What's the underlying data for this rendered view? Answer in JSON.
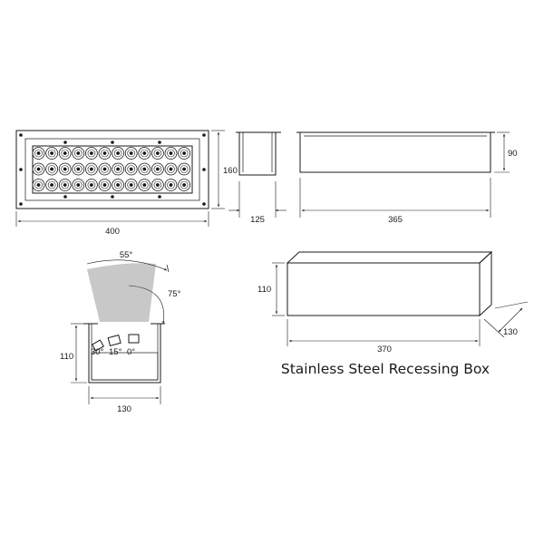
{
  "caption": "Stainless Steel Recessing Box",
  "front_view": {
    "width_label": "400",
    "height_label": "160",
    "led_rows": 3,
    "led_cols": 12
  },
  "side_view": {
    "width_label": "125"
  },
  "top_view": {
    "width_label": "365",
    "height_label": "90"
  },
  "beam_view": {
    "angle_wide": "55°",
    "angle_tilt": "75°",
    "tilt_30": "30°",
    "tilt_15": "15°",
    "tilt_0": "0°",
    "height_label": "110",
    "width_label": "130"
  },
  "box_view": {
    "height_label": "110",
    "length_label": "370",
    "depth_label": "130"
  },
  "colors": {
    "line": "#1a1a1a",
    "beam_fill": "#c8c8c8",
    "background": "#ffffff"
  }
}
